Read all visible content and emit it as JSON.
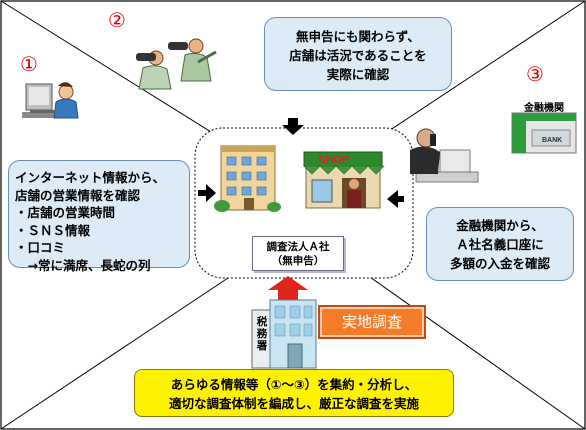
{
  "markers": [
    "①",
    "②",
    "③"
  ],
  "top_callout": [
    "無申告にも関わらず、",
    "店舗は活況であることを",
    "実際に確認"
  ],
  "left_callout": [
    "インターネット情報から、",
    "店舗の営業情報を確認",
    "・店舗の営業時間",
    "・ＳＮＳ情報",
    "・口コミ",
    "　→常に満席、長蛇の列"
  ],
  "right_callout": [
    "金融機関から、",
    "Ａ社名義口座に",
    "多額の入金を確認"
  ],
  "bottom_callout": [
    "あらゆる情報等（①～③）を集約・分析し、",
    "適切な調査体制を編成し、厳正な調査を実施"
  ],
  "company_label": [
    "調査法人Ａ社",
    "（無申告）"
  ],
  "onsite_label": "実地調査",
  "bank_label": "金融機関",
  "bank_sign": "BANK",
  "shop_sign": "SHOP",
  "tax_office_label": [
    "税",
    "務",
    "署"
  ],
  "colors": {
    "callout_fill": "#dcebf6",
    "summary_fill": "#fff200",
    "marker": "#e00000",
    "onsite_fill": "#f47b2a",
    "arrow_red": "#e0241b"
  }
}
